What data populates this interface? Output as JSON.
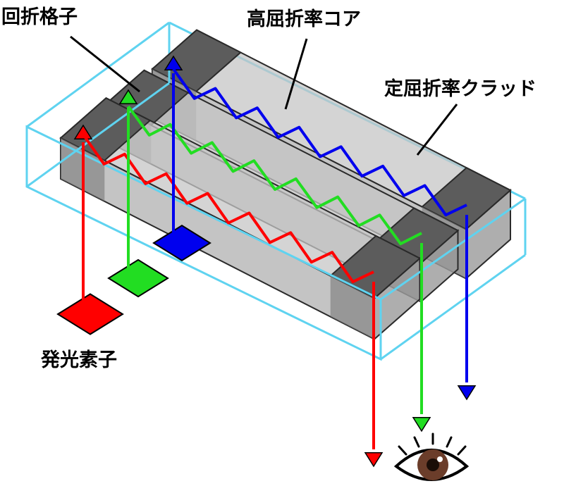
{
  "labels": {
    "grating": "回折格子",
    "core": "高屈折率コア",
    "cladding": "定屈折率クラッド",
    "emitter": "発光素子"
  },
  "colors": {
    "cladding_edge": "#5fd3f0",
    "core_fill": "#c6c6c6",
    "core_edge": "#2a2a2a",
    "grating_fill": "#5c5c5c",
    "red": "#ff0000",
    "green": "#22dd22",
    "blue": "#0000ee"
  },
  "channels": [
    {
      "name": "red",
      "color": "#ff0000"
    },
    {
      "name": "green",
      "color": "#22dd22"
    },
    {
      "name": "blue",
      "color": "#0000ee"
    }
  ],
  "icons": [
    "eye-icon",
    "light-emitter-squares",
    "up-arrow-icon",
    "down-arrow-icon"
  ]
}
